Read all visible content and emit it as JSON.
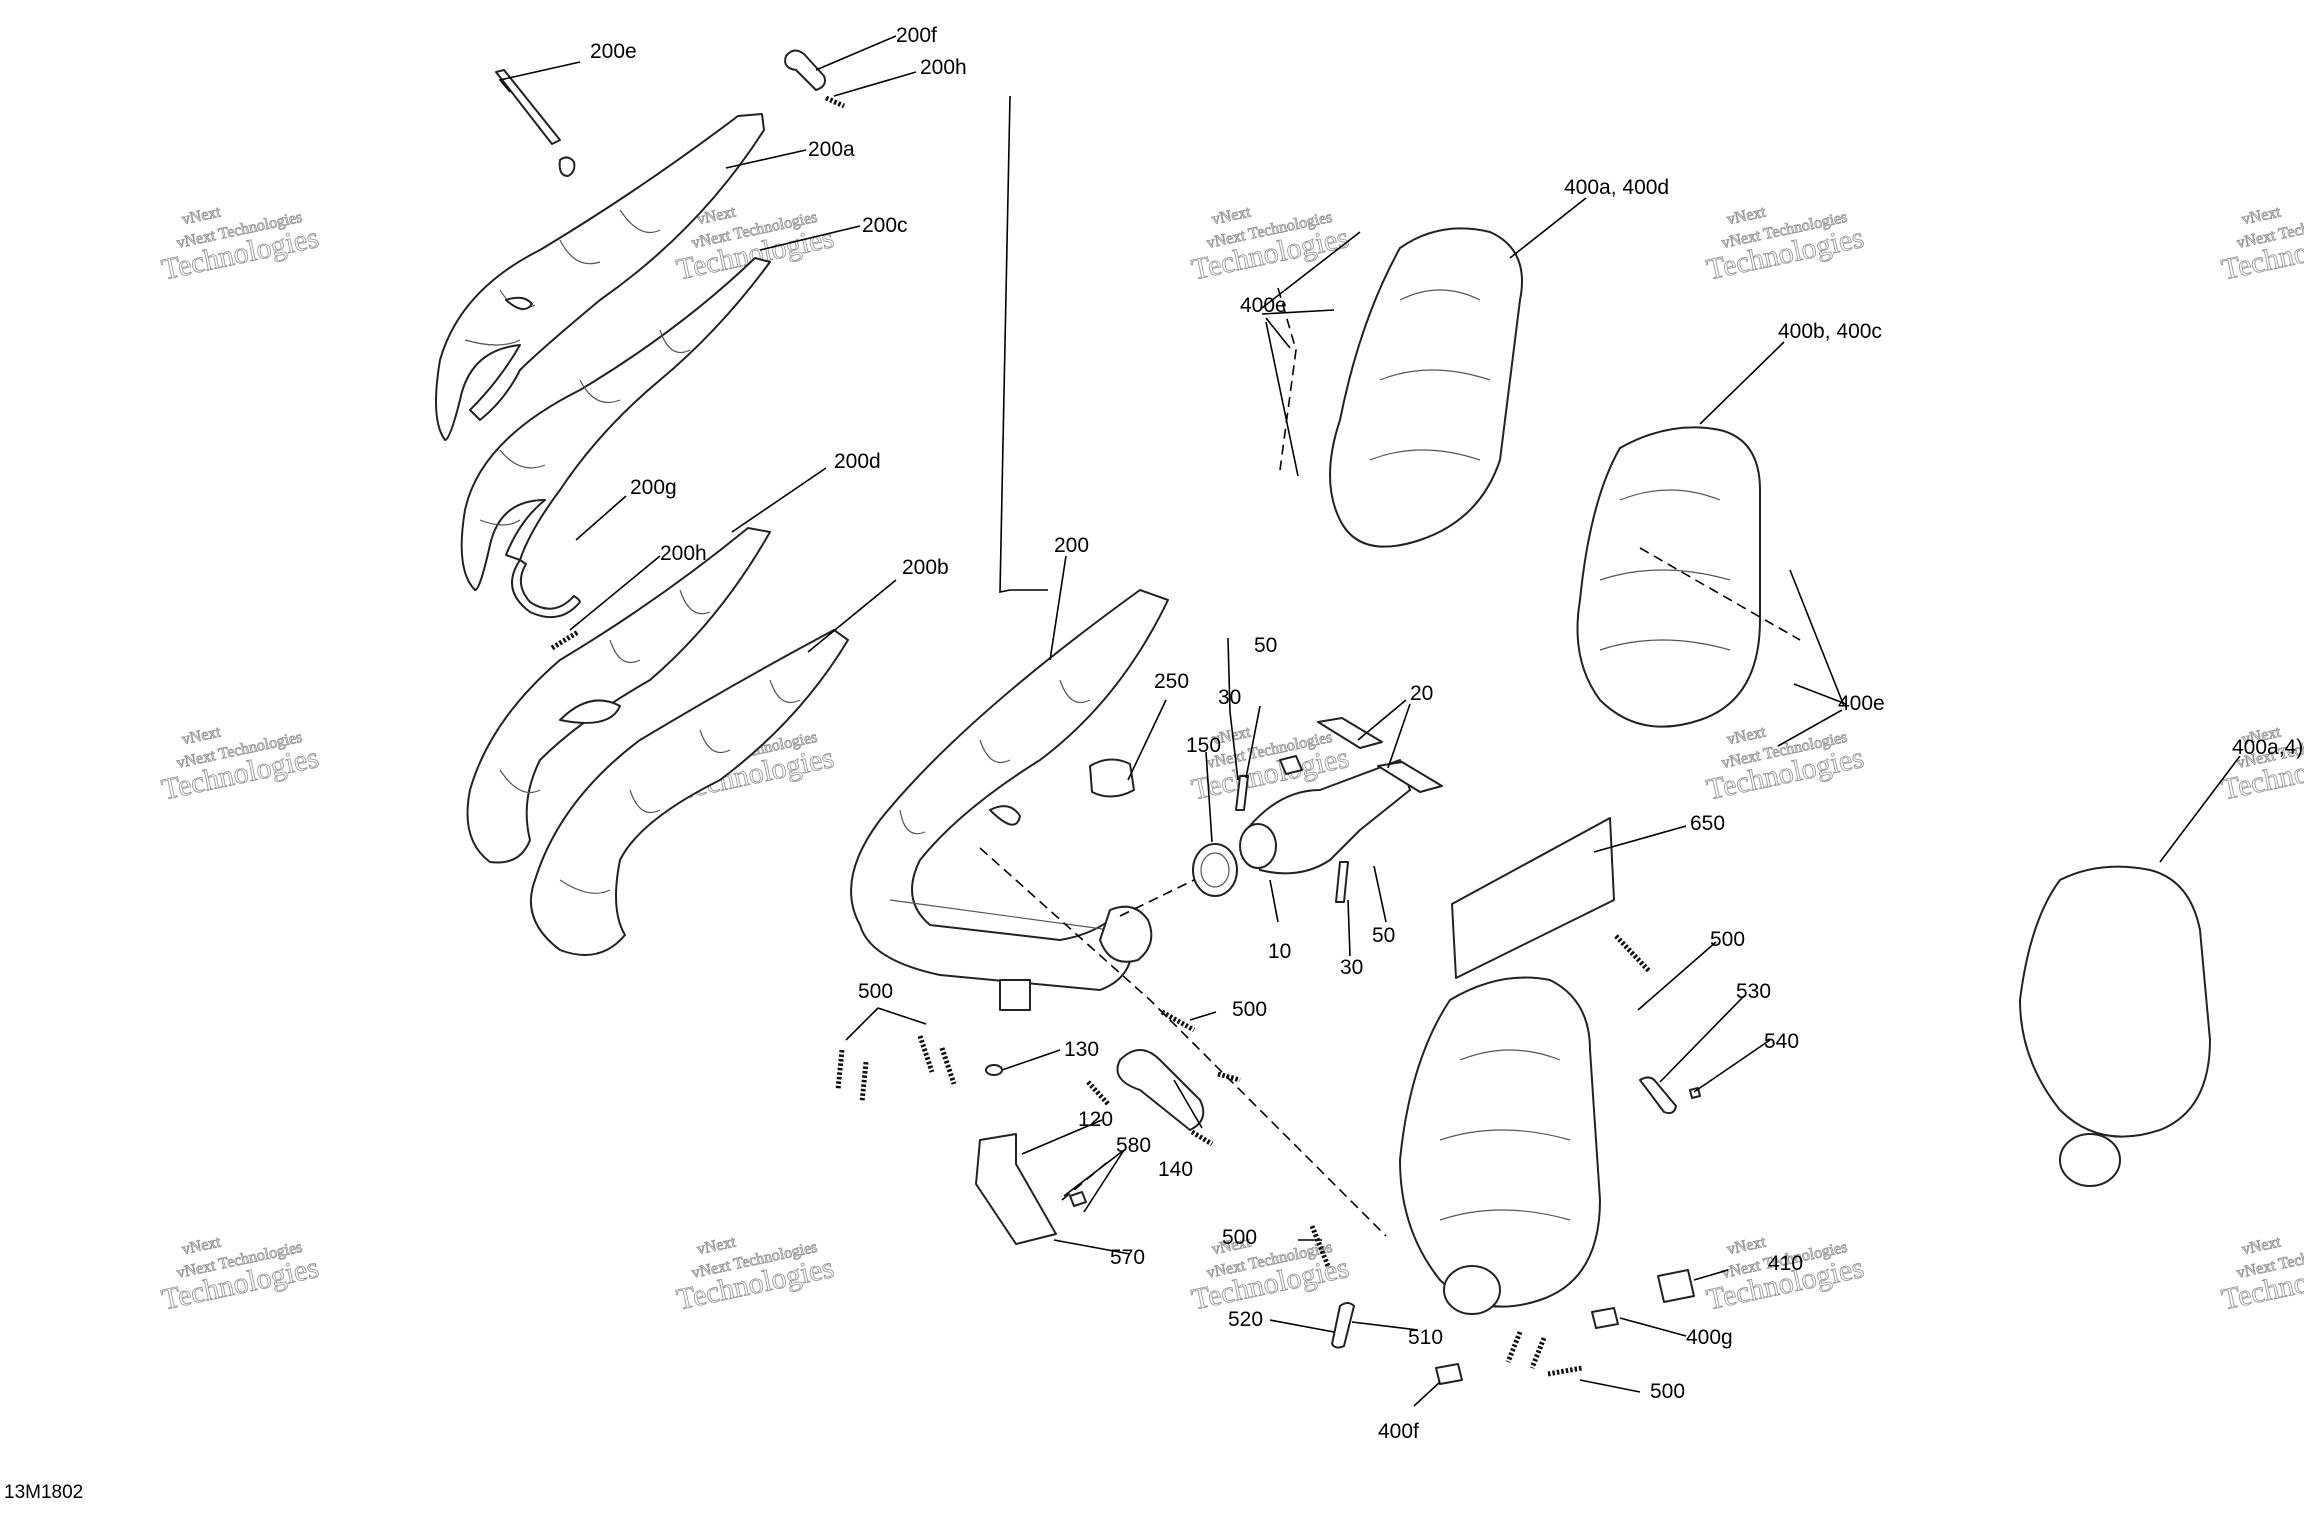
{
  "diagram": {
    "code": "13M1802",
    "watermark_line1": "vNext Technologies",
    "watermark_line2": "Technologies",
    "watermark_line3": "vNext"
  },
  "labels": {
    "l200e": "200e",
    "l200f": "200f",
    "l200h_top": "200h",
    "l200a": "200a",
    "l200c": "200c",
    "l200g": "200g",
    "l200d": "200d",
    "l200h_mid": "200h",
    "l200b": "200b",
    "l200": "200",
    "l250": "250",
    "l50_top": "50",
    "l30_top": "30",
    "l20": "20",
    "l150": "150",
    "l10": "10",
    "l50_bot": "50",
    "l30_bot": "30",
    "l400a": "400a, 400d",
    "l400e_top": "400e",
    "l400b": "400b, 400c",
    "l400e_right": "400e",
    "l400d_far": "400a,4)",
    "l650": "650",
    "l500_r": "500",
    "l530": "530",
    "l540": "540",
    "l500_l": "500",
    "l130": "130",
    "l500_m": "500",
    "l120": "120",
    "l580": "580",
    "l140": "140",
    "l570": "570",
    "l500_b": "500",
    "l520": "520",
    "l510": "510",
    "l410": "410",
    "l400g": "400g",
    "l500_bb": "500",
    "l400f": "400f"
  }
}
